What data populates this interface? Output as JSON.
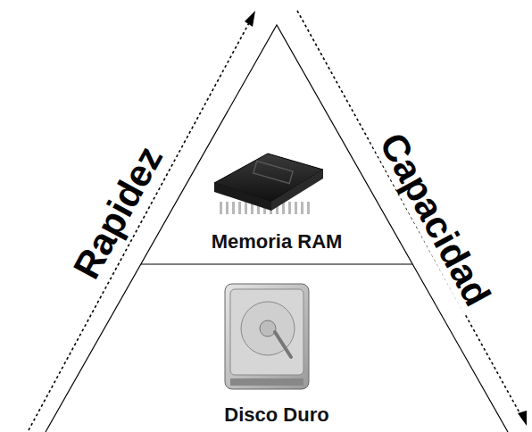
{
  "diagram": {
    "nodes": [
      {
        "text": [
          "Memoria RAM"
        ]
      },
      {
        "text": [
          "Disco Duro"
        ]
      }
    ],
    "labels": [
      "Rapidez",
      "Capacidad"
    ]
  }
}
